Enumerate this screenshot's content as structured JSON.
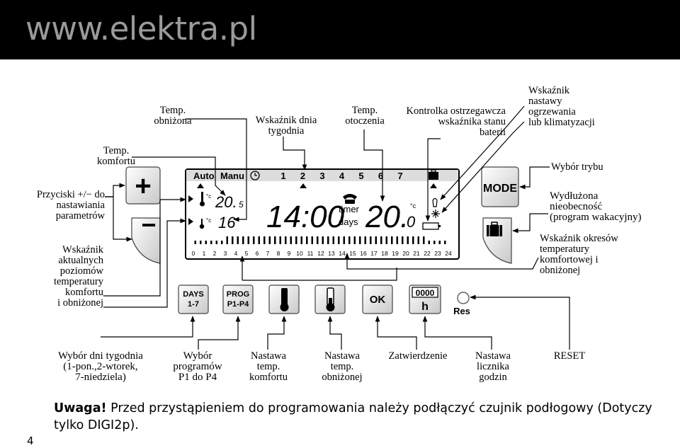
{
  "header": {
    "brand": "www.elektra.pl"
  },
  "labels": {
    "temp_obnizona": [
      "Temp.",
      "obniżona"
    ],
    "temp_komfortu": [
      "Temp.",
      "komfortu"
    ],
    "wskaznik_dnia": [
      "Wskaźnik dnia",
      "tygodnia"
    ],
    "temp_otoczenia": [
      "Temp.",
      "otoczenia"
    ],
    "kontrolka": [
      "Kontrolka ostrzegawcza",
      "wskaźnika stanu",
      "baterii"
    ],
    "wskaznik_nastawy": [
      "Wskaźnik",
      "nastawy",
      "ogrzewania",
      "lub klimatyzacji"
    ],
    "wybor_trybu": "Wybór trybu",
    "wydluzona": [
      "Wydłużona",
      "nieobecność",
      "(program wakacyjny)"
    ],
    "wskaznik_okresow": [
      "Wskaźnik okresów",
      "temperatury",
      "komfortowej i",
      "obniżonej"
    ],
    "przyciski": [
      "Przyciski +/− do",
      "nastawiania",
      "parametrów"
    ],
    "wskaznik_aktualnych": [
      "Wskaźnik",
      "aktualnych",
      "poziomów",
      "temperatury",
      "komfortu",
      "i obniżonej"
    ],
    "wybor_dni": [
      "Wybór dni tygodnia",
      "(1-pon.,2-wtorek,",
      "7-niedziela)"
    ],
    "wybor_programow": [
      "Wybór",
      "programów",
      "P1 do P4"
    ],
    "nastawa_komfortu": [
      "Nastawa",
      "temp.",
      "komfortu"
    ],
    "nastawa_obnizonej": [
      "Nastawa",
      "temp.",
      "obniżonej"
    ],
    "zatwierdzenie": "Zatwierdzenie",
    "nastawa_licznika": [
      "Nastawa",
      "licznika",
      "godzin"
    ],
    "reset": "RESET"
  },
  "display": {
    "mode_auto": "Auto",
    "mode_manu": "Manu",
    "days": [
      "1",
      "2",
      "3",
      "4",
      "5",
      "6",
      "7"
    ],
    "temp_comfort": "20.",
    "temp_comfort_decimal": "5",
    "temp_reduced": "16",
    "unit": "°c",
    "time": "14:00",
    "timer_label": "timer",
    "days_label": "days",
    "ambient": "20.",
    "ambient_decimal": "0",
    "ambient_unit": "°c",
    "hours": [
      "0",
      "1",
      "2",
      "3",
      "4",
      "5",
      "6",
      "7",
      "8",
      "9",
      "10",
      "11",
      "12",
      "13",
      "14",
      "15",
      "16",
      "17",
      "18",
      "19",
      "20",
      "21",
      "22",
      "23",
      "24"
    ]
  },
  "buttons": {
    "plus": "+",
    "minus": "−",
    "mode": "MODE",
    "days_line1": "DAYS",
    "days_line2": "1-7",
    "prog_line1": "PROG",
    "prog_line2": "P1-P4",
    "ok": "OK",
    "counter_digits": "0000",
    "counter_unit": "h",
    "res": "Res"
  },
  "note": {
    "bold": "Uwaga!",
    "text": " Przed przystąpieniem do programowania należy podłączyć czujnik podłogowy (Dotyczy tylko DIGI2p)."
  },
  "page_number": "4"
}
